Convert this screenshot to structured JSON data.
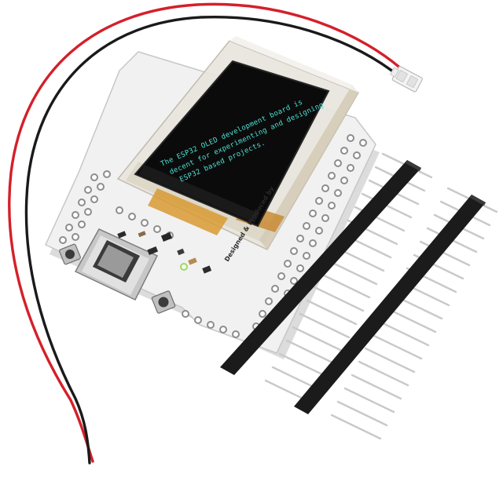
{
  "photo": {
    "subject": "ESP32 OLED development board with pin headers and battery lead",
    "colors": {
      "background": "#ffffff",
      "board": "#f1f1f1",
      "screen": "#0b0b0b",
      "screen_text": "#4fe0d4",
      "wire_red": "#d4202a",
      "wire_black": "#1a1a1a",
      "header_plastic": "#1b1b1b",
      "pin_metal": "#c9c9c9"
    },
    "oled": {
      "line1": "The ESP32 OLED development board is",
      "line2": "decent for experimenting and designing",
      "line3": "ESP32 based projects."
    },
    "silkscreen": {
      "label": "Designed & Produced by"
    }
  }
}
